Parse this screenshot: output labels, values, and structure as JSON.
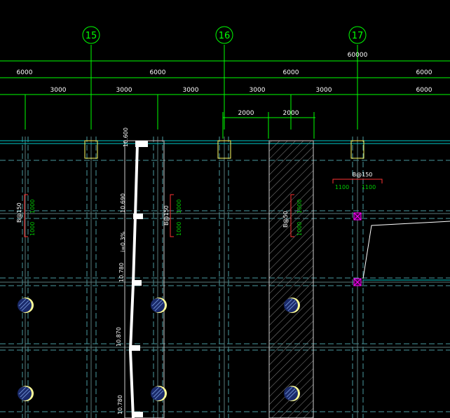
{
  "axes": [
    {
      "id": "axis-15",
      "label": "15"
    },
    {
      "id": "axis-16",
      "label": "16"
    },
    {
      "id": "axis-17",
      "label": "17"
    }
  ],
  "dims": {
    "total": "60000",
    "row1": [
      "6000",
      "6000",
      "6000",
      "6000"
    ],
    "row2": [
      "3000",
      "3000",
      "3000",
      "3000",
      "3000",
      "6000"
    ],
    "row3": [
      "2000",
      "2000"
    ]
  },
  "annotations": {
    "rebar_left": "B@150",
    "rebar_left_a": "1000",
    "rebar_left_b": "1000",
    "rebar_mid": "B@150",
    "rebar_mid_a": "1000",
    "rebar_mid_b": "1000",
    "rebar_strip": "B@50",
    "rebar_strip_a": "1000",
    "rebar_strip_b": "1000",
    "rebar_right": "B@150",
    "rebar_right_a": "1100",
    "rebar_right_b": "1100",
    "elev_1": "10.600",
    "elev_2": "10.690",
    "elev_3": "10.780",
    "elev_4": "10.870",
    "elev_5": "10.780",
    "slope": "i=0.3%"
  },
  "colors": {
    "green": "#00ff00",
    "cyan": "#00cccc",
    "yellow": "#ffff66",
    "white": "#ffffff",
    "red": "#ff3333",
    "magenta": "#ff00ff"
  }
}
